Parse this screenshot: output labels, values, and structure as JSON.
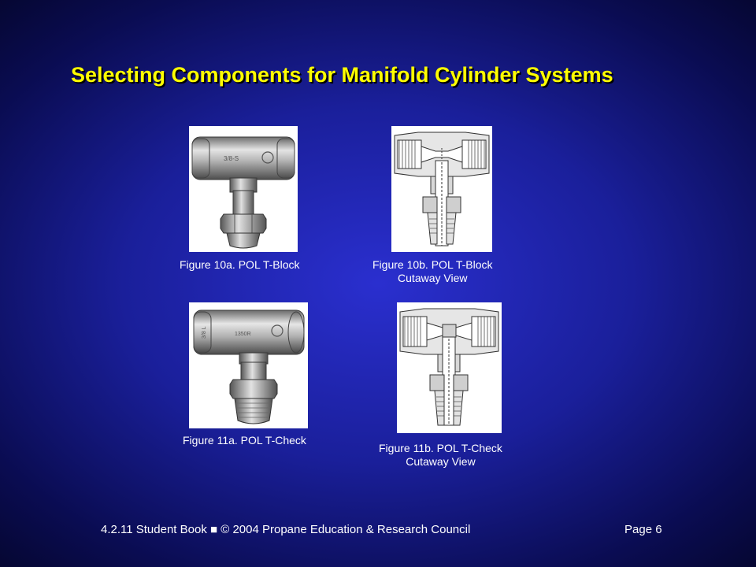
{
  "slide": {
    "title": "Selecting Components for Manifold Cylinder Systems"
  },
  "figures": [
    {
      "caption_line1": "Figure 10a. POL T-Block",
      "caption_line2": ""
    },
    {
      "caption_line1": "Figure 10b. POL T-Block",
      "caption_line2": "Cutaway View"
    },
    {
      "caption_line1": "Figure 11a. POL T-Check",
      "caption_line2": ""
    },
    {
      "caption_line1": "Figure 11b. POL T-Check",
      "caption_line2": "Cutaway View"
    }
  ],
  "figure_marks": {
    "fig10a": "3/8-S",
    "fig11a_left": "3/8 L",
    "fig11a_mid": "1350R"
  },
  "footer": {
    "left": "4.2.11  Student Book  ■  © 2004  Propane  Education  &  Research  Council",
    "right": "Page  6"
  },
  "colors": {
    "title": "#ffff00",
    "background": "#1a1f9a",
    "text": "#ffffff"
  }
}
